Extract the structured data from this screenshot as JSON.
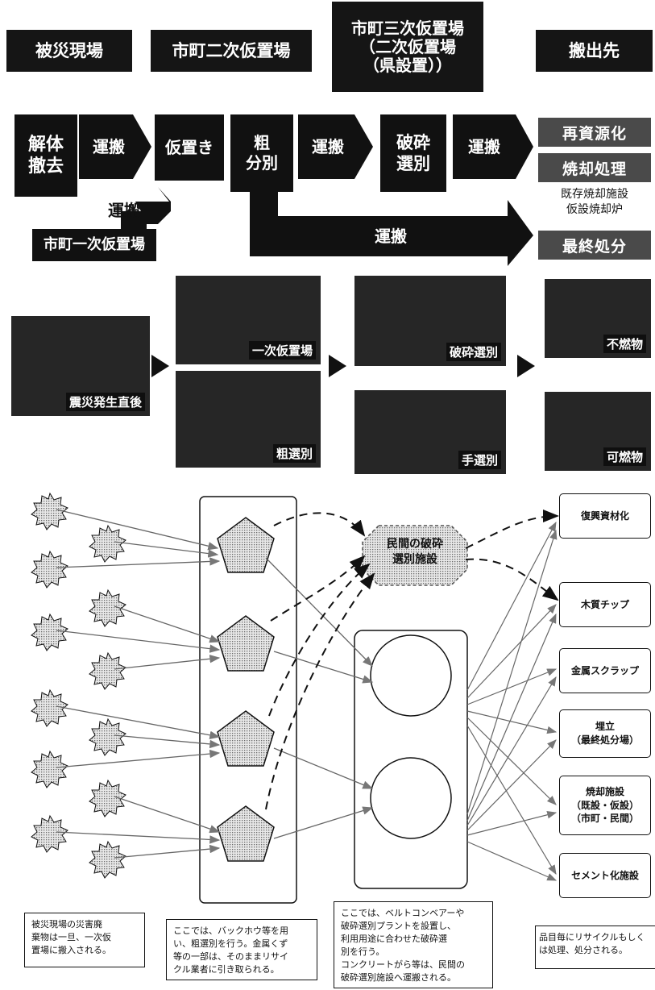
{
  "headers": {
    "h1": "被災現場",
    "h2": "市町二次仮置場",
    "h3": "市町三次仮置場\n（二次仮置場\n（県設置））",
    "h4": "搬出先"
  },
  "flow": {
    "kaitai": "解体\n撤去",
    "unpan1": "運搬",
    "karioki": "仮置き",
    "sobunbetsu": "粗\n分別",
    "unpan2": "運搬",
    "hasai": "破砕\n選別",
    "unpan3": "運搬",
    "unpan_up": "運搬",
    "ichiji": "市町一次仮置場",
    "unpan_long": "運搬"
  },
  "outputs": {
    "recycle": "再資源化",
    "incinerate": "焼却処理",
    "incinerate_note": "既存焼却施設\n仮設焼却炉",
    "final": "最終処分"
  },
  "photos": {
    "p1": "震災発生直後",
    "p2": "一次仮置場",
    "p3": "粗選別",
    "p4": "破砕選別",
    "p5": "手選別",
    "p6": "不燃物",
    "p7": "可燃物"
  },
  "diagram": {
    "private_facility": "民間の破砕\n選別施設",
    "destinations": {
      "d1": "復興資材化",
      "d2": "木質チップ",
      "d3": "金属スクラップ",
      "d4": "埋立\n（最終処分場）",
      "d5": "焼却施設\n（既設・仮設）\n（市町・民間）",
      "d6": "セメント化施設"
    }
  },
  "notes": {
    "n1": "被災現場の災害廃\n棄物は一旦、一次仮\n置場に搬入される。",
    "n2": "ここでは、バックホウ等を用\nい、粗選別を行う。金属くず\n等の一部は、そのままリサイ\nクル業者に引き取られる。",
    "n3": "ここでは、ベルトコンベアーや\n破砕選別プラントを設置し、\n利用用途に合わせた破砕選\n別を行う。\nコンクリートがら等は、民間の\n破砕選別施設へ運搬される。",
    "n4": "品目毎にリサイクルもしく\nは処理、処分される。"
  }
}
